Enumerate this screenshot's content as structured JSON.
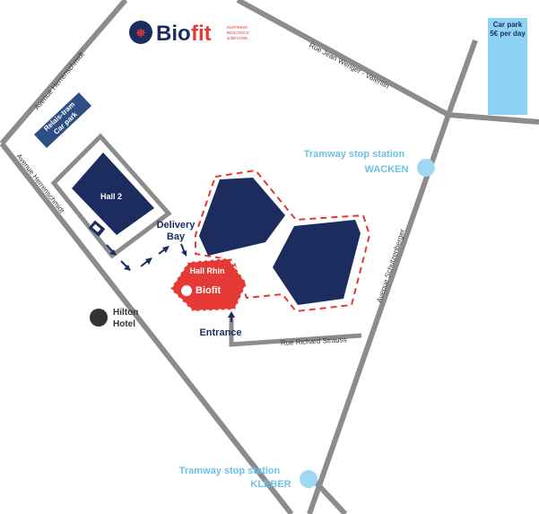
{
  "brand": {
    "logo_text": "Biofit",
    "tagline_lines": [
      "INSPIRING",
      "BIOLOGICS",
      "& BEYOND"
    ],
    "colors": {
      "navy": "#1c2c5e",
      "red": "#e53935",
      "tram_blue": "#6ec0e8",
      "carpark_blue": "#8fd3f4",
      "road_gray": "#8c8c8c"
    }
  },
  "streets": {
    "avenue_herrenschmidt": "Avenue Herrenschmidt",
    "rue_jean_wenger": "Rue Jean Wenger - Valentin",
    "avenue_schutzenberger": "Avenue Schutzenberger",
    "rue_richard_strauss": "Rue Richard Strauss"
  },
  "places": {
    "relais_tram_line1": "Relais-tram",
    "relais_tram_line2": "Car park",
    "hall2": "Hall 2",
    "hall_rhin": "Hall Rhin",
    "hall_rhin_logo": "Biofit",
    "delivery_bay_line1": "Delivery",
    "delivery_bay_line2": "Bay",
    "entrance": "Entrance",
    "hilton_line1": "Hilton",
    "hilton_line2": "Hotel",
    "car_park_line1": "Car park",
    "car_park_line2": "5€ per day"
  },
  "tram_stops": [
    {
      "line1": "Tramway stop station",
      "line2": "WACKEN"
    },
    {
      "line1": "Tramway stop station",
      "line2": "KLEBER"
    }
  ]
}
